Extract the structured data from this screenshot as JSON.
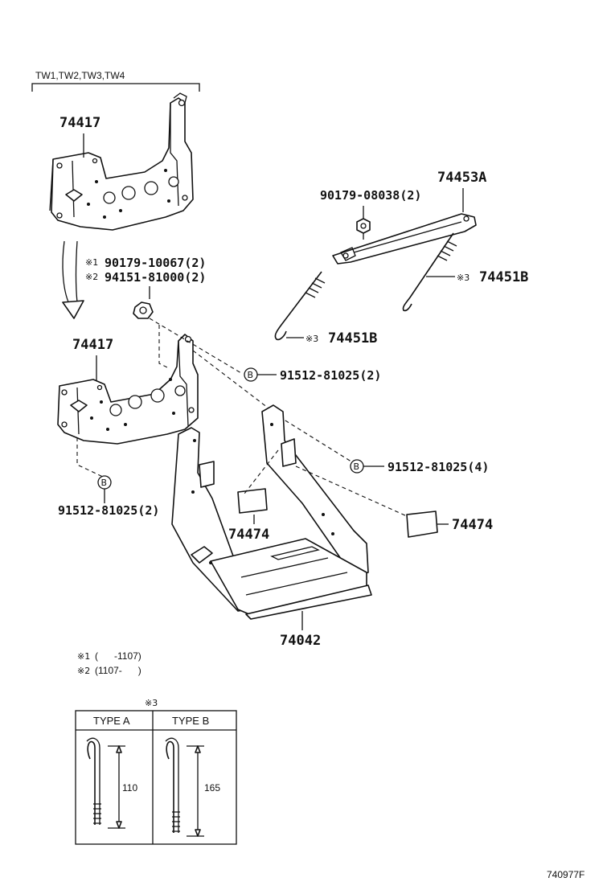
{
  "group_label": "TW1,TW2,TW3,TW4",
  "parts": {
    "bracket_upper": "74417",
    "bracket_lower": "74417",
    "note1_part": "90179-10067(2)",
    "note2_part": "94151-81000(2)",
    "note1_marker": "※1",
    "note2_marker": "※2",
    "bolt_b_top": "91512-81025(2)",
    "bolt_b_right": "91512-81025(4)",
    "bolt_b_left": "91512-81025(2)",
    "b_marker": "B",
    "clamp": "74453A",
    "clamp_nut": "90179-08038(2)",
    "rod_right": "74451B",
    "rod_left": "74451B",
    "rod_marker": "※3",
    "pad_left": "74474",
    "pad_right": "74474",
    "tray": "74042"
  },
  "footnotes": [
    {
      "marker": "※1",
      "text": "(      -1107)"
    },
    {
      "marker": "※2",
      "text": "(1107-      )"
    }
  ],
  "type_table": {
    "title_marker": "※3",
    "col_a": "TYPE A",
    "col_b": "TYPE B",
    "dim_a": "110",
    "dim_b": "165"
  },
  "diagram_code": "740977F"
}
